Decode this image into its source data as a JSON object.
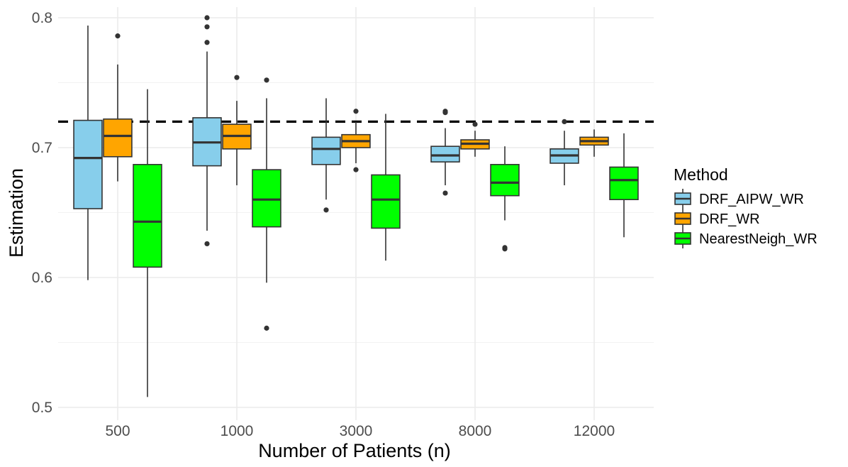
{
  "chart_data": {
    "type": "box",
    "xlabel": "Number of Patients (n)",
    "ylabel": "Estimation",
    "categories": [
      "500",
      "1000",
      "3000",
      "8000",
      "12000"
    ],
    "ylim": [
      0.49,
      0.805
    ],
    "yticks": [
      0.5,
      0.6,
      0.7,
      0.8
    ],
    "ytick_labels": [
      "0.5",
      "0.6",
      "0.7",
      "0.8"
    ],
    "reference_line": {
      "y": 0.72,
      "style": "dashed"
    },
    "grid": true,
    "legend": {
      "title": "Method",
      "position": "right"
    },
    "series": [
      {
        "name": "DRF_AIPW_WR",
        "color": "#87CEEB",
        "boxes": [
          {
            "whisker_low": 0.598,
            "q1": 0.653,
            "median": 0.692,
            "q3": 0.721,
            "whisker_high": 0.794,
            "outliers": []
          },
          {
            "whisker_low": 0.636,
            "q1": 0.686,
            "median": 0.704,
            "q3": 0.723,
            "whisker_high": 0.774,
            "outliers": [
              0.626,
              0.781,
              0.793,
              0.8
            ]
          },
          {
            "whisker_low": 0.66,
            "q1": 0.687,
            "median": 0.699,
            "q3": 0.708,
            "whisker_high": 0.738,
            "outliers": [
              0.652
            ]
          },
          {
            "whisker_low": 0.671,
            "q1": 0.689,
            "median": 0.694,
            "q3": 0.701,
            "whisker_high": 0.715,
            "outliers": [
              0.665,
              0.727,
              0.728
            ]
          },
          {
            "whisker_low": 0.671,
            "q1": 0.688,
            "median": 0.694,
            "q3": 0.699,
            "whisker_high": 0.713,
            "outliers": [
              0.72
            ]
          }
        ]
      },
      {
        "name": "DRF_WR",
        "color": "#FFA500",
        "boxes": [
          {
            "whisker_low": 0.674,
            "q1": 0.693,
            "median": 0.709,
            "q3": 0.722,
            "whisker_high": 0.764,
            "outliers": [
              0.786
            ]
          },
          {
            "whisker_low": 0.671,
            "q1": 0.699,
            "median": 0.709,
            "q3": 0.718,
            "whisker_high": 0.736,
            "outliers": [
              0.754
            ]
          },
          {
            "whisker_low": 0.688,
            "q1": 0.7,
            "median": 0.705,
            "q3": 0.71,
            "whisker_high": 0.72,
            "outliers": [
              0.683,
              0.728
            ]
          },
          {
            "whisker_low": 0.693,
            "q1": 0.699,
            "median": 0.703,
            "q3": 0.706,
            "whisker_high": 0.713,
            "outliers": [
              0.718
            ]
          },
          {
            "whisker_low": 0.693,
            "q1": 0.702,
            "median": 0.705,
            "q3": 0.708,
            "whisker_high": 0.714,
            "outliers": []
          }
        ]
      },
      {
        "name": "NearestNeigh_WR",
        "color": "#00FF00",
        "boxes": [
          {
            "whisker_low": 0.508,
            "q1": 0.608,
            "median": 0.643,
            "q3": 0.687,
            "whisker_high": 0.745,
            "outliers": []
          },
          {
            "whisker_low": 0.596,
            "q1": 0.639,
            "median": 0.66,
            "q3": 0.683,
            "whisker_high": 0.738,
            "outliers": [
              0.561,
              0.752
            ]
          },
          {
            "whisker_low": 0.613,
            "q1": 0.638,
            "median": 0.66,
            "q3": 0.679,
            "whisker_high": 0.726,
            "outliers": []
          },
          {
            "whisker_low": 0.644,
            "q1": 0.663,
            "median": 0.673,
            "q3": 0.687,
            "whisker_high": 0.701,
            "outliers": [
              0.622,
              0.623
            ]
          },
          {
            "whisker_low": 0.631,
            "q1": 0.66,
            "median": 0.675,
            "q3": 0.685,
            "whisker_high": 0.711,
            "outliers": []
          }
        ]
      }
    ]
  }
}
